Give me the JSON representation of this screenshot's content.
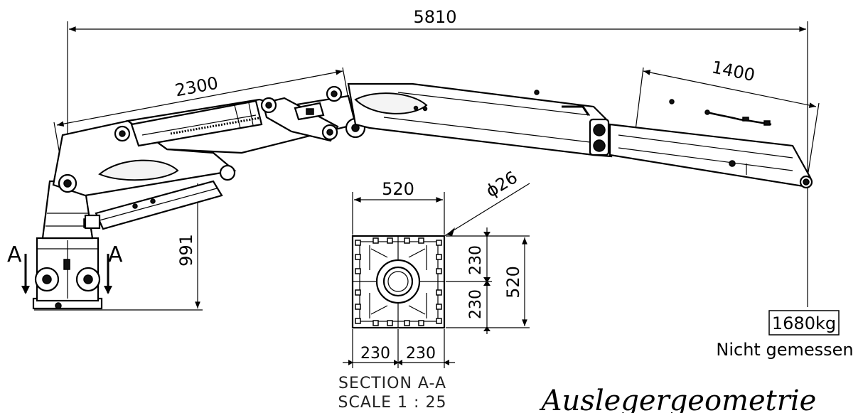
{
  "dimensions": {
    "total_length": "5810",
    "first_boom": "2300",
    "extension": "1400",
    "column_height": "991",
    "base_width": "520",
    "base_height": "520",
    "bolt_hole": "ϕ26",
    "half_h_left": "230",
    "half_h_right": "230",
    "half_v_top": "230",
    "half_v_bottom": "230"
  },
  "section": {
    "marker_left": "A",
    "marker_right": "A",
    "title": "SECTION A-A",
    "scale": "SCALE 1 : 25"
  },
  "load": {
    "weight": "1680kg",
    "note": "Nicht gemessen"
  },
  "caption": "Auslegergeometrie"
}
